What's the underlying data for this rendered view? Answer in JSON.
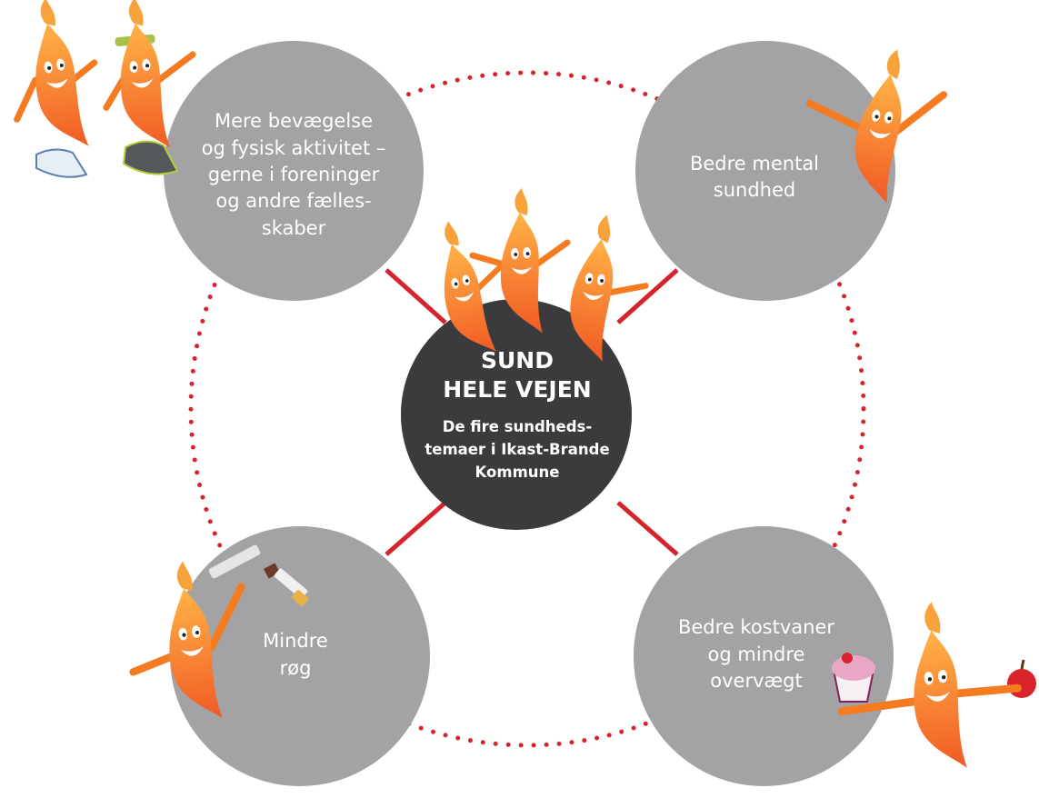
{
  "diagram": {
    "colors": {
      "outer_circle": "#a3a3a5",
      "center_circle": "#3b3a3c",
      "connector": "#d5242c",
      "dotted_ring": "#d5242c",
      "mascot_orange": "#f47b20",
      "label_text": "#ffffff"
    },
    "center": {
      "title_lines": [
        "SUND",
        "HELE VEJEN"
      ],
      "subtitle_lines": [
        "De fire sundheds-",
        "temaer i Ikast-Brande",
        "Kommune"
      ]
    },
    "themes": [
      {
        "id": "top-left",
        "lines": [
          "Mere bevægelse",
          "og fysisk aktivitet –",
          "gerne i foreninger",
          "og andre fælles-",
          "skaber"
        ],
        "illustration": "two flame mascots wearing sneakers"
      },
      {
        "id": "top-right",
        "lines": [
          "Bedre mental",
          "sundhed"
        ],
        "illustration": "flame mascot with raised arms"
      },
      {
        "id": "bottom-left",
        "lines": [
          "Mindre",
          "røg"
        ],
        "illustration": "flame mascot with broken cigarette"
      },
      {
        "id": "bottom-right",
        "lines": [
          "Bedre kostvaner",
          "og mindre",
          "overvægt"
        ],
        "illustration": "flame mascot holding cupcake and apple"
      }
    ]
  }
}
